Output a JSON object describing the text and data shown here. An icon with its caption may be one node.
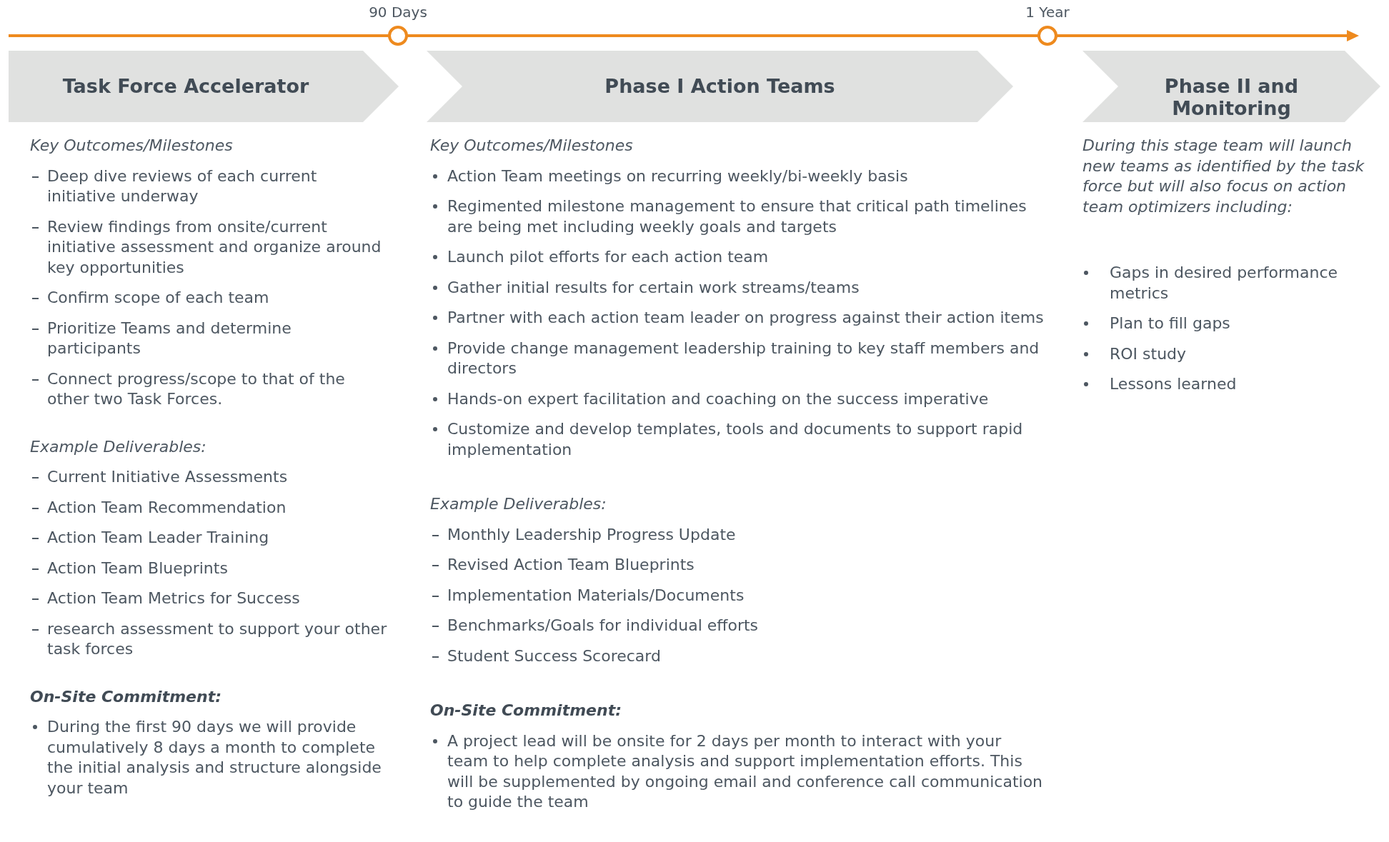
{
  "diagram": {
    "nodes": [
      {
        "text": [
          "90 Days"
        ]
      },
      {
        "text": [
          "1 Year"
        ]
      },
      {
        "text": [
          "Task Force Accelerator"
        ]
      },
      {
        "text": [
          "Phase I Action Teams"
        ]
      },
      {
        "text": [
          "Phase II and Monitoring"
        ]
      }
    ],
    "labels": [
      "Key Outcomes/Milestones",
      "Deep dive reviews of each current initiative underway",
      "Review findings from onsite/current initiative assessment and organize around key opportunities",
      "Confirm scope of each team",
      "Prioritize Teams and determine participants",
      "Connect progress/scope to that of the other two Task Forces.",
      "Example Deliverables:",
      "Current Initiative Assessments",
      "Action Team Recommendation",
      "Action Team Leader Training",
      "Action Team Blueprints",
      "Action Team Metrics for Success",
      "research assessment to support your other task forces",
      "On-Site Commitment:",
      "During the first 90 days we will provide cumulatively 8 days a month to complete the initial analysis and structure alongside your team",
      "Key Outcomes/Milestones",
      "Action Team meetings on recurring weekly/bi-weekly basis",
      "Regimented milestone management to ensure that critical path timelines are being met including weekly goals and targets",
      "Launch pilot efforts for each action team",
      "Gather initial results for certain work streams/teams",
      "Partner with each action team leader on progress against their action items",
      "Provide change management leadership training to key staff members and directors",
      "Hands-on expert facilitation and coaching on the success imperative",
      "Customize and develop templates, tools and documents to support rapid implementation",
      "Example Deliverables:",
      "Monthly Leadership Progress Update",
      "Revised Action Team Blueprints",
      "Implementation Materials/Documents",
      "Benchmarks/Goals for individual efforts",
      "Student Success Scorecard",
      "On-Site Commitment:",
      "A project lead will be onsite for 2 days per month to interact with your team to help complete analysis and support implementation efforts. This will be supplemented by ongoing email and conference call communication to guide the team",
      "During this stage team will launch new teams as identified by the task force but will also focus on action team optimizers including:",
      "Gaps in desired performance metrics",
      "Plan to fill gaps",
      "ROI study",
      "Lessons learned"
    ]
  }
}
